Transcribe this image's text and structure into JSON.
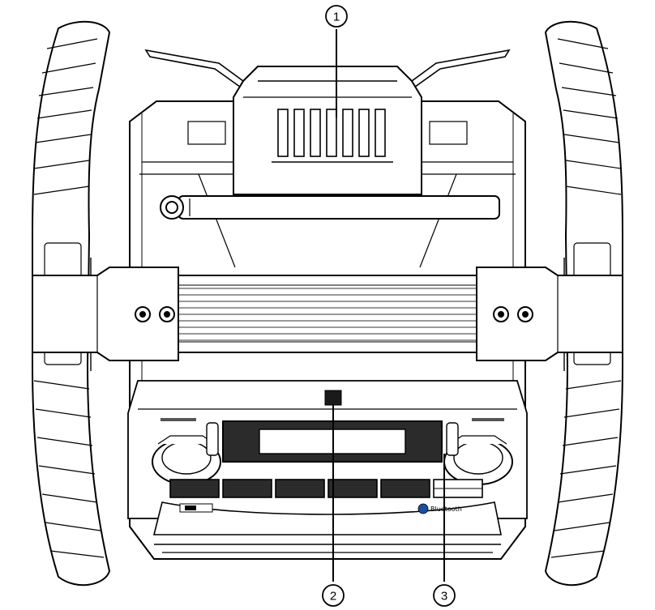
{
  "diagram": {
    "callouts": [
      {
        "id": "1",
        "label": "1"
      },
      {
        "id": "2",
        "label": "2"
      },
      {
        "id": "3",
        "label": "3"
      }
    ],
    "bluetooth_logo_text": "Bluetooth",
    "colors": {
      "stroke": "#000000",
      "fill": "#ffffff",
      "dark": "#1a1a1a",
      "screen": "#2b2b2b"
    }
  }
}
